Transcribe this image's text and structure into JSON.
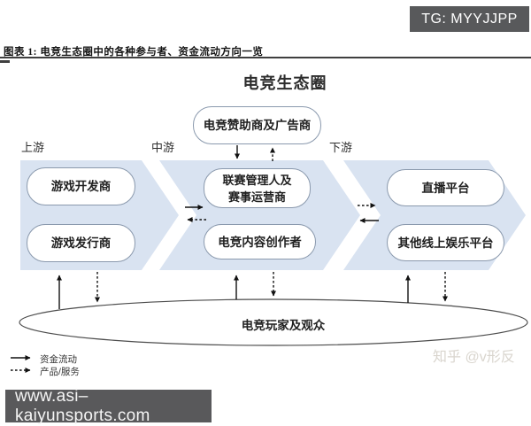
{
  "header": {
    "tg_badge": "TG: MYYJJPP",
    "caption": "图表 1: 电竞生态圈中的各种参与者、资金流动方向一览"
  },
  "diagram": {
    "title": "电竞生态圈",
    "sponsor_node": "电竞赞助商及广告商",
    "stages": [
      {
        "label": "上游",
        "nodes": [
          "游戏开发商",
          "游戏发行商"
        ]
      },
      {
        "label": "中游",
        "nodes": [
          [
            "联赛管理人及",
            "赛事运营商"
          ],
          "电竞内容创作者"
        ]
      },
      {
        "label": "下游",
        "nodes": [
          "直播平台",
          "其他线上娱乐平台"
        ]
      }
    ],
    "audience_node": "电竞玩家及观众",
    "legend": {
      "money_flow": "资金流动",
      "product_service": "产品/服务"
    }
  },
  "footer": {
    "website": "www.asi–kaiyunsports.com",
    "watermark": "知乎 @v形反"
  },
  "colors": {
    "band_fill": "#d9e3f1",
    "pill_border": "#8a99ad",
    "badge_bg": "#58595b",
    "arrow": "#111111",
    "watermark_text": "#d9d5ce"
  }
}
